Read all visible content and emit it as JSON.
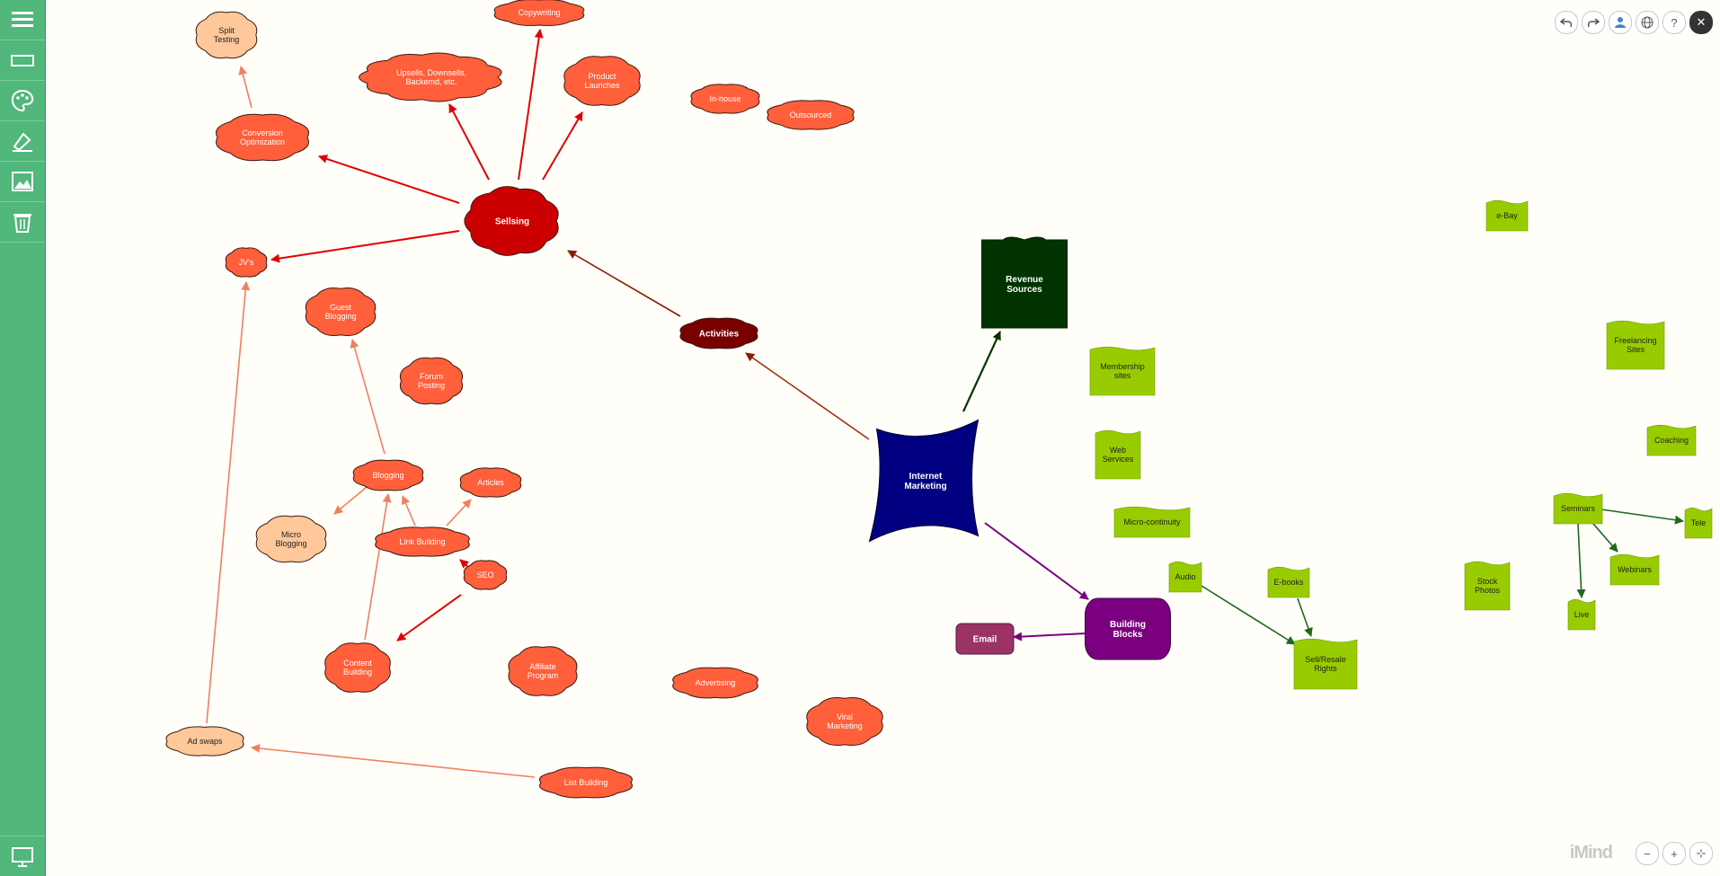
{
  "toolbar": {
    "sidebar_icons": [
      "menu-icon",
      "rectangle-icon",
      "palette-icon",
      "paint-icon",
      "image-icon",
      "trash-icon",
      "presentation-icon"
    ],
    "top_icons": [
      "undo-icon",
      "redo-icon",
      "share-icon",
      "globe-icon",
      "help-icon",
      "close-icon"
    ],
    "help_glyph": "?",
    "close_glyph": "✕",
    "zoom_out": "−",
    "zoom_in": "+",
    "fit_glyph": "⊹",
    "logo": "iMind"
  },
  "nodes": {
    "internet_marketing": [
      "Internet",
      "Marketing"
    ],
    "activities": [
      "Activities"
    ],
    "sellsing": [
      "Sellsing"
    ],
    "revenue_sources": [
      "Revenue",
      "Sources"
    ],
    "building_blocks": [
      "Building",
      "Blocks"
    ],
    "email": [
      "Email"
    ],
    "split_testing": [
      "Split",
      "Testing"
    ],
    "copywriting": [
      "Copywriting"
    ],
    "upsells": [
      "Upsells, Downsells,",
      "Backemd, etc."
    ],
    "product_launches": [
      "Product",
      "Launches"
    ],
    "conversion_optimization": [
      "Conversion",
      "Optimization"
    ],
    "in_house": [
      "In-house"
    ],
    "outsourced": [
      "Outsourced"
    ],
    "jvs": [
      "JV's"
    ],
    "guest_blogging": [
      "Guest",
      "Blogging"
    ],
    "forum_posting": [
      "Forum",
      "Posting"
    ],
    "blogging": [
      "Blogging"
    ],
    "articles": [
      "Articles"
    ],
    "micro_blogging": [
      "Micro",
      "Blogging"
    ],
    "link_building": [
      "Link Building"
    ],
    "seo": [
      "SEO"
    ],
    "content_building": [
      "Content",
      "Building"
    ],
    "affiliate_program": [
      "Affiliate",
      "Program"
    ],
    "advertising": [
      "Advertising"
    ],
    "viral_marketing": [
      "Viral",
      "Marketing"
    ],
    "ad_swaps": [
      "Ad swaps"
    ],
    "list_building": [
      "List Building"
    ],
    "membership_sites": [
      "Membership",
      "sites"
    ],
    "web_services": [
      "Web",
      "Services"
    ],
    "micro_continuity": [
      "Micro-continuity"
    ],
    "audio": [
      "Audio"
    ],
    "e_books": [
      "E-books"
    ],
    "sell_resale": [
      "Sell/Resale",
      "Rights"
    ],
    "e_bay": [
      "e-Bay"
    ],
    "freelancing_sites": [
      "Freelancing",
      "Sites"
    ],
    "coaching": [
      "Coaching"
    ],
    "seminars": [
      "Seminars"
    ],
    "tele": [
      "Tele"
    ],
    "webinars": [
      "Webinars"
    ],
    "live": [
      "Live"
    ],
    "stock_photos": [
      "Stock",
      "Photos"
    ]
  },
  "colors": {
    "sidebar": "#51b77b",
    "cloud_orange": "#ff5f3a",
    "cloud_peach": "#ffc89a",
    "sellsing": "#cc0000",
    "activities": "#7a0000",
    "internet_marketing": "#000080",
    "revenue_sources": "#003300",
    "building_blocks": "#7a0080",
    "email": "#9b3366",
    "green_note": "#99cc00"
  }
}
